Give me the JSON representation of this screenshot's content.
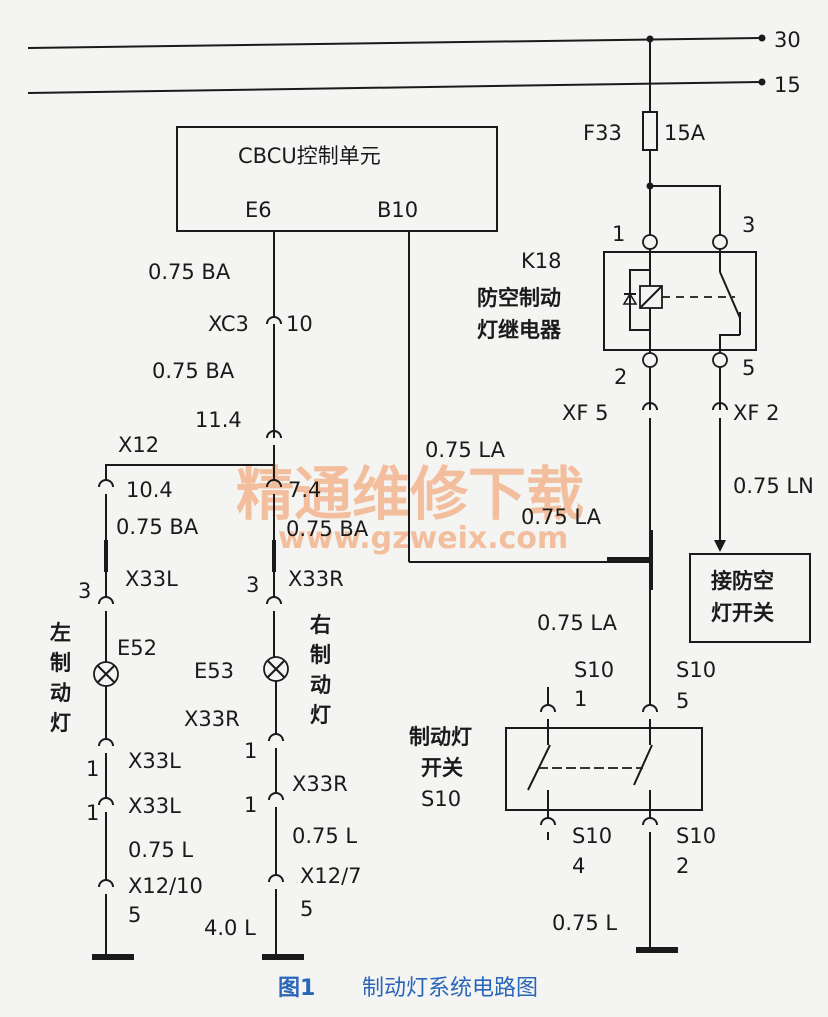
{
  "buses": {
    "b30": "30",
    "b15": "15"
  },
  "fuse": {
    "name": "F33",
    "rating": "15A"
  },
  "cbcu": {
    "title": "CBCU控制单元",
    "pin_e6": "E6",
    "pin_b10": "B10"
  },
  "relay": {
    "id": "K18",
    "name_l1": "防空制动",
    "name_l2": "灯继电器",
    "pin1": "1",
    "pin2": "2",
    "pin3": "3",
    "pin5": "5"
  },
  "wires": {
    "ba1": "0.75 BA",
    "xc3": "XC3",
    "xc3pin": "10",
    "ba2": "0.75 BA",
    "n114": "11.4",
    "x12": "X12",
    "n104": "10.4",
    "n74": "7.4",
    "ba3": "0.75 BA",
    "ba4": "0.75 BA",
    "la1": "0.75 LA",
    "la2": "0.75 LA",
    "la3": "0.75 LA",
    "xf5": "XF 5",
    "xf2": "XF 2",
    "ln": "0.75 LN",
    "l1": "0.75 L",
    "l2": "0.75 L",
    "l3": "0.75 L",
    "l4": "4.0 L"
  },
  "left_lamp": {
    "pin3": "3",
    "conn_top": "X33L",
    "chars": [
      "左",
      "制",
      "动",
      "灯"
    ],
    "id": "E52",
    "pin1a": "1",
    "conn_a": "X33L",
    "pin1b": "1",
    "conn_b": "X33L",
    "gnd_conn": "X12/10",
    "gnd_pin": "5"
  },
  "right_lamp": {
    "pin3": "3",
    "conn_top": "X33R",
    "chars": [
      "右",
      "制",
      "动",
      "灯"
    ],
    "id": "E53",
    "conn_a_label": "X33R",
    "pin1a": "1",
    "pin1b": "1",
    "conn_b": "X33R",
    "gnd_conn": "X12/7",
    "gnd_pin": "5"
  },
  "switch": {
    "name_l1": "制动灯",
    "name_l2": "开关",
    "name_l3": "S10",
    "s1": "S10",
    "s1p": "1",
    "s5": "S10",
    "s5p": "5",
    "s4": "S10",
    "s4p": "4",
    "s2": "S10",
    "s2p": "2"
  },
  "air_switch": {
    "l1": "接防空",
    "l2": "灯开关"
  },
  "watermark": {
    "main": "精通维修下载",
    "url": "www.gzweix.com"
  },
  "caption": {
    "fig": "图1",
    "title": "制动灯系统电路图"
  }
}
